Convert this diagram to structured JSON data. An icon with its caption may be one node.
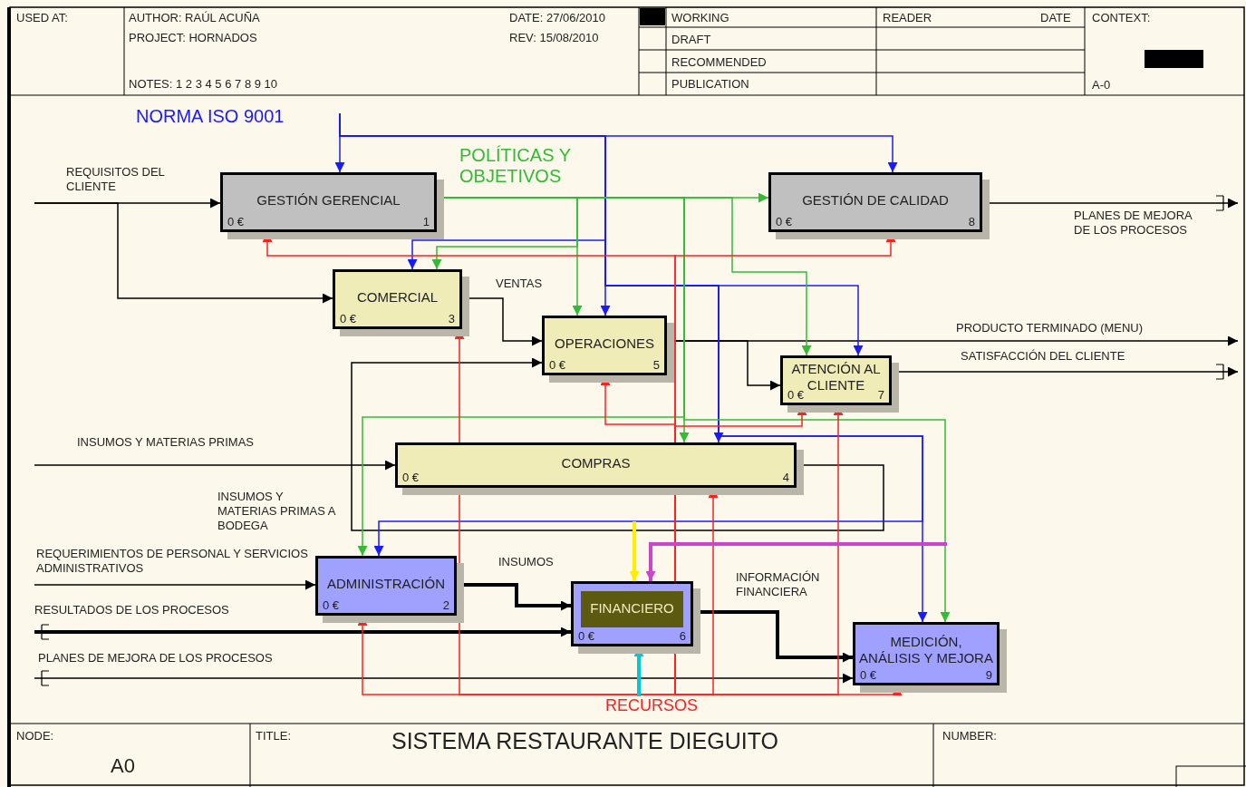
{
  "diagram": {
    "title": "SISTEMA RESTAURANTE DIEGUITO",
    "nodes": [
      {
        "text": [
          "GESTIÓN GERENCIAL",
          "0 €",
          "1"
        ]
      },
      {
        "text": [
          "GESTIÓN DE CALIDAD",
          "0 €",
          "8"
        ]
      },
      {
        "text": [
          "COMERCIAL",
          "0 €",
          "3"
        ]
      },
      {
        "text": [
          "OPERACIONES",
          "0 €",
          "5"
        ]
      },
      {
        "text": [
          "ATENCIÓN AL CLIENTE",
          "0 €",
          "7"
        ]
      },
      {
        "text": [
          "COMPRAS",
          "0 €",
          "4"
        ]
      },
      {
        "text": [
          "ADMINISTRACIÓN",
          "0 €",
          "2"
        ]
      },
      {
        "text": [
          "FINANCIERO",
          "0 €",
          "6"
        ]
      },
      {
        "text": [
          "MEDICIÓN, ANÁLISIS Y MEJORA",
          "0 €",
          "9"
        ]
      }
    ],
    "edges": [
      {
        "from": null,
        "to": 0,
        "arrow": "to",
        "label": "REQUISITOS DEL CLIENTE"
      },
      {
        "from": null,
        "to": 2,
        "arrow": "to"
      },
      {
        "from": 2,
        "to": 3,
        "arrow": "to",
        "label": "VENTAS"
      },
      {
        "from": 5,
        "to": 3,
        "arrow": "to",
        "label": "INSUMOS Y MATERIAS PRIMAS A BODEGA"
      },
      {
        "from": null,
        "to": 5,
        "arrow": "to",
        "label": "INSUMOS Y MATERIAS PRIMAS"
      },
      {
        "from": 3,
        "to": null,
        "arrow": "to",
        "label": "PRODUCTO TERMINADO (MENU)"
      },
      {
        "from": 3,
        "to": 4,
        "arrow": "to"
      },
      {
        "from": 4,
        "to": null,
        "arrow": "to",
        "label": "SATISFACCIÓN DEL CLIENTE"
      },
      {
        "from": 1,
        "to": null,
        "arrow": "to",
        "label": "PLANES DE MEJORA DE LOS PROCESOS"
      },
      {
        "from": null,
        "to": 6,
        "arrow": "to",
        "label": "REQUERIMIENTOS DE PERSONAL Y SERVICIOS ADMINISTRATIVOS"
      },
      {
        "from": null,
        "to": 7,
        "arrow": "to",
        "label": "RESULTADOS DE LOS PROCESOS",
        "style": "thick"
      },
      {
        "from": null,
        "to": 8,
        "arrow": "to",
        "label": "PLANES DE MEJORA DE LOS PROCESOS"
      },
      {
        "from": 6,
        "to": 7,
        "arrow": "to",
        "label": "INSUMOS",
        "style": "thick"
      },
      {
        "from": 7,
        "to": 8,
        "arrow": "to",
        "label": "INFORMACIÓN FINANCIERA",
        "style": "thick"
      },
      {
        "from": null,
        "to": 0,
        "arrow": "to",
        "label": "NORMA ISO 9001",
        "color": "#1a1aff"
      },
      {
        "from": null,
        "to": 1,
        "arrow": "to",
        "color": "#1a1aff"
      },
      {
        "from": null,
        "to": 2,
        "arrow": "to",
        "color": "#1a1aff"
      },
      {
        "from": null,
        "to": 3,
        "arrow": "to",
        "color": "#1a1aff"
      },
      {
        "from": null,
        "to": 4,
        "arrow": "to",
        "color": "#1a1aff"
      },
      {
        "from": null,
        "to": 5,
        "arrow": "to",
        "color": "#1a1aff"
      },
      {
        "from": null,
        "to": 8,
        "arrow": "to",
        "color": "#1a1aff"
      },
      {
        "from": null,
        "to": 6,
        "arrow": "to",
        "color": "#1a1aff"
      },
      {
        "from": 0,
        "to": 1,
        "arrow": "to",
        "label": "POLÍTICAS Y OBJETIVOS",
        "color": "#33bb33"
      },
      {
        "from": 0,
        "to": 2,
        "arrow": "to",
        "color": "#33bb33"
      },
      {
        "from": 0,
        "to": 3,
        "arrow": "to",
        "color": "#33bb33"
      },
      {
        "from": 0,
        "to": 4,
        "arrow": "to",
        "color": "#33bb33"
      },
      {
        "from": 0,
        "to": 5,
        "arrow": "to",
        "color": "#33bb33"
      },
      {
        "from": 0,
        "to": 6,
        "arrow": "to",
        "color": "#33bb33"
      },
      {
        "from": 0,
        "to": 8,
        "arrow": "to",
        "color": "#33bb33"
      },
      {
        "from": null,
        "to": 6,
        "arrow": "to",
        "label": "RECURSOS",
        "color": "#ff2020"
      },
      {
        "from": null,
        "to": 2,
        "arrow": "to",
        "color": "#ff2020"
      },
      {
        "from": null,
        "to": 5,
        "arrow": "to",
        "color": "#ff2020"
      },
      {
        "from": null,
        "to": 3,
        "arrow": "to",
        "color": "#ff2020"
      },
      {
        "from": null,
        "to": 0,
        "arrow": "to",
        "color": "#ff2020"
      },
      {
        "from": null,
        "to": 1,
        "arrow": "to",
        "color": "#ff2020"
      },
      {
        "from": null,
        "to": 4,
        "arrow": "to",
        "color": "#ff2020"
      },
      {
        "from": null,
        "to": 8,
        "arrow": "to",
        "color": "#ff2020"
      },
      {
        "from": null,
        "to": 4,
        "arrow": "to",
        "color": "#ff2020"
      },
      {
        "from": null,
        "to": 7,
        "arrow": "to",
        "style": "thick",
        "color": "#00c8d8"
      },
      {
        "from": null,
        "to": 7,
        "arrow": "to",
        "style": "thick",
        "color": "#ffee00"
      },
      {
        "from": null,
        "to": 7,
        "arrow": "to",
        "style": "thick",
        "color": "#cc44cc"
      }
    ],
    "labels": [
      "USED AT:",
      "AUTHOR: RAÚL ACUÑA",
      "PROJECT: HORNADOS",
      "NOTES: 1 2 3 4 5 6 7 8 9 10",
      "DATE: 27/06/2010",
      "REV: 15/08/2010",
      "WORKING",
      "DRAFT",
      "RECOMMENDED",
      "PUBLICATION",
      "READER",
      "DATE",
      "CONTEXT:",
      "A-0",
      "NODE:",
      "A0",
      "TITLE:",
      "NUMBER:"
    ]
  }
}
